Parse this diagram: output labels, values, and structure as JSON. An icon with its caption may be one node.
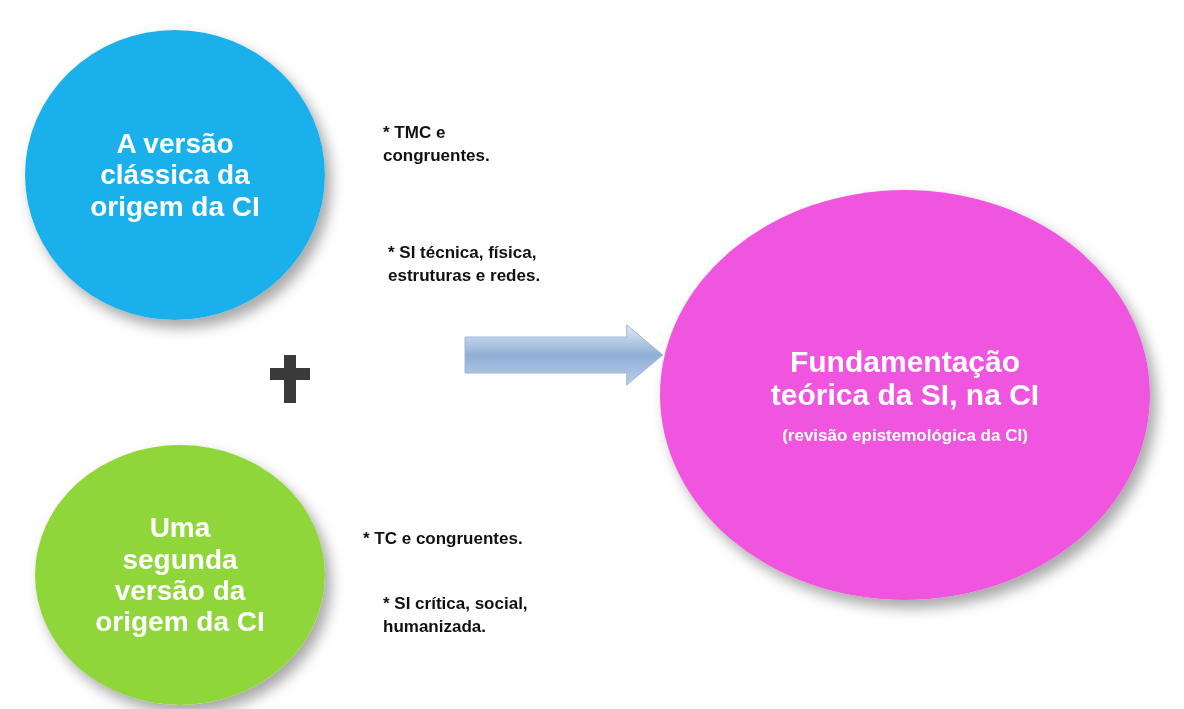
{
  "diagram": {
    "nodes": [
      {
        "text": [
          "A versão clássica da origem da CI"
        ]
      },
      {
        "text": [
          "Uma segunda versão da origem da CI"
        ]
      },
      {
        "text": [
          "Fundamentação teórica da SI, na CI",
          "(revisão epistemológica da CI)"
        ]
      }
    ],
    "edges": [
      {
        "from": null,
        "to": 2,
        "arrow": "to"
      }
    ],
    "labels": [
      "*  TMC e congruentes.",
      "* SI técnica, física, estruturas e redes.",
      "* TC e congruentes.",
      "* SI crítica, social, humanizada."
    ]
  }
}
